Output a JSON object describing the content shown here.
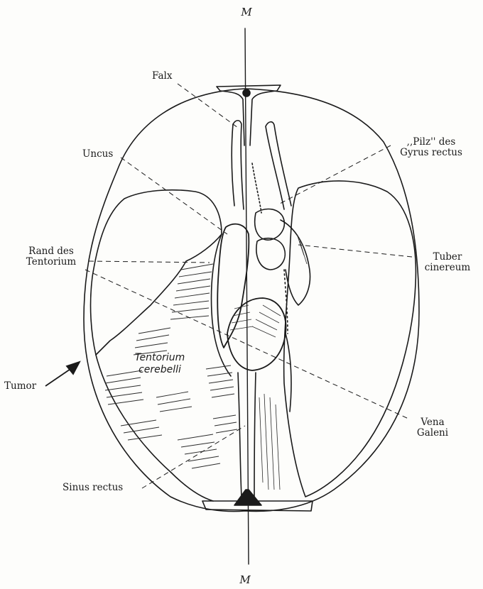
{
  "axis": {
    "top": "M",
    "bottom": "M"
  },
  "labels": {
    "falx": "Falx",
    "pilz_line1": ",,Pilz'' des",
    "pilz_line2": "Gyrus rectus",
    "uncus": "Uncus",
    "rand_line1": "Rand des",
    "rand_line2": "Tentorium",
    "tuber_line1": "Tuber",
    "tuber_line2": "cinereum",
    "tumor": "Tumor",
    "tentorium_line1": "Tentorium",
    "tentorium_line2": "cerebelli",
    "vena_line1": "Vena",
    "vena_line2": "Galeni",
    "sinus": "Sinus rectus"
  },
  "colors": {
    "ink": "#1a1a1a",
    "paper": "#fdfdfb",
    "shade": "#2b2b2b"
  }
}
